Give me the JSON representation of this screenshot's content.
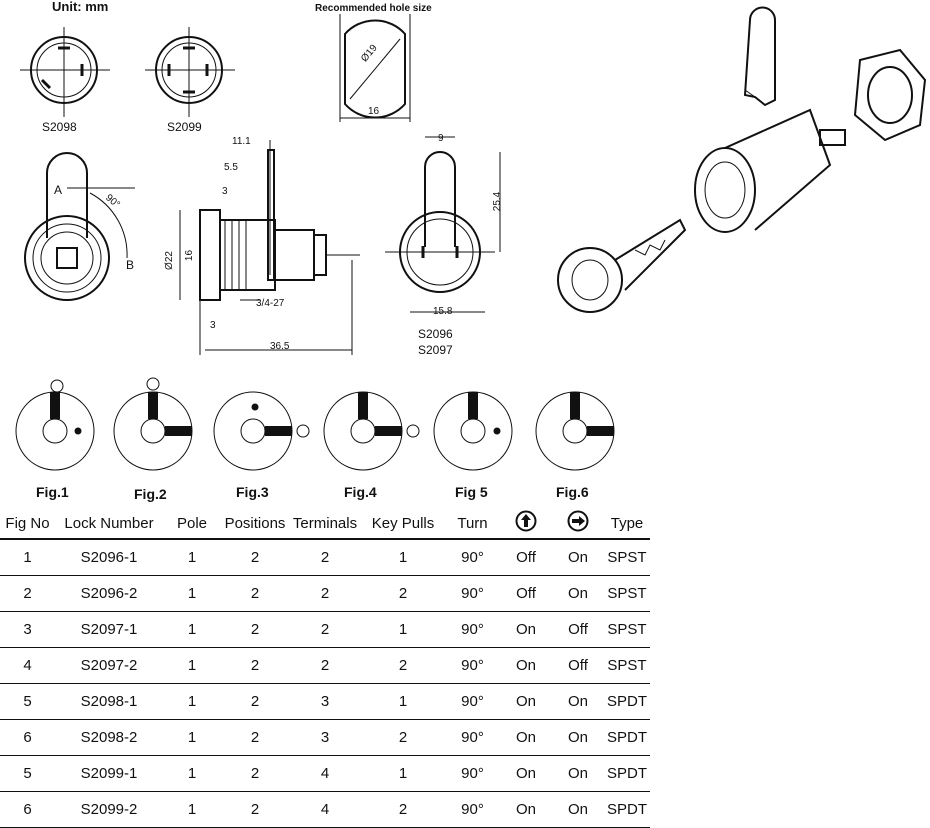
{
  "drawing": {
    "unit": "Unit:  mm",
    "hole_title": "Recommended hole size",
    "hole_dims": {
      "diameter": "Ø19",
      "width": "16"
    },
    "face_labels": [
      "S2098",
      "S2099"
    ],
    "rotation": {
      "a": "A",
      "b": "B",
      "angle": "90°"
    },
    "side_dims": [
      "11.1",
      "5.5",
      "3",
      "Ø22",
      "16",
      "3/4-27",
      "3",
      "36.5"
    ],
    "front_dims": [
      "9",
      "25.4",
      "15.8"
    ],
    "front_labels": [
      "S2096",
      "S2097"
    ]
  },
  "figures": [
    "Fig.1",
    "Fig.2",
    "Fig.3",
    "Fig.4",
    "Fig 5",
    "Fig.6"
  ],
  "table": {
    "headers": [
      "Fig No",
      "Lock Number",
      "Pole",
      "Positions",
      "Terminals",
      "Key Pulls",
      "Turn",
      "up-arrow-circle-icon",
      "right-arrow-circle-icon",
      "Type"
    ],
    "rows": [
      [
        "1",
        "S2096-1",
        "1",
        "2",
        "2",
        "1",
        "90°",
        "Off",
        "On",
        "SPST"
      ],
      [
        "2",
        "S2096-2",
        "1",
        "2",
        "2",
        "2",
        "90°",
        "Off",
        "On",
        "SPST"
      ],
      [
        "3",
        "S2097-1",
        "1",
        "2",
        "2",
        "1",
        "90°",
        "On",
        "Off",
        "SPST"
      ],
      [
        "4",
        "S2097-2",
        "1",
        "2",
        "2",
        "2",
        "90°",
        "On",
        "Off",
        "SPST"
      ],
      [
        "5",
        "S2098-1",
        "1",
        "2",
        "3",
        "1",
        "90°",
        "On",
        "On",
        "SPDT"
      ],
      [
        "6",
        "S2098-2",
        "1",
        "2",
        "3",
        "2",
        "90°",
        "On",
        "On",
        "SPDT"
      ],
      [
        "5",
        "S2099-1",
        "1",
        "2",
        "4",
        "1",
        "90°",
        "On",
        "On",
        "SPDT"
      ],
      [
        "6",
        "S2099-2",
        "1",
        "2",
        "4",
        "2",
        "90°",
        "On",
        "On",
        "SPDT"
      ]
    ]
  }
}
